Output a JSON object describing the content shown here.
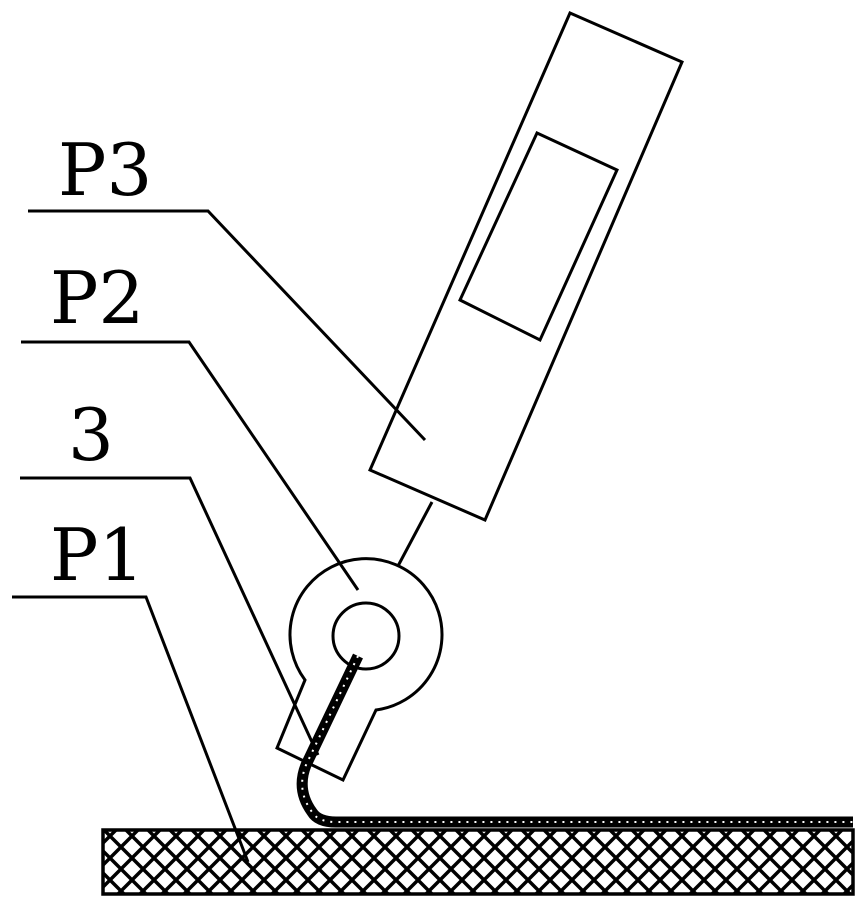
{
  "labels": {
    "p3": "P3",
    "p2": "P2",
    "part3": "3",
    "p1": "P1"
  },
  "colors": {
    "ink": "#000000",
    "background": "#ffffff"
  }
}
